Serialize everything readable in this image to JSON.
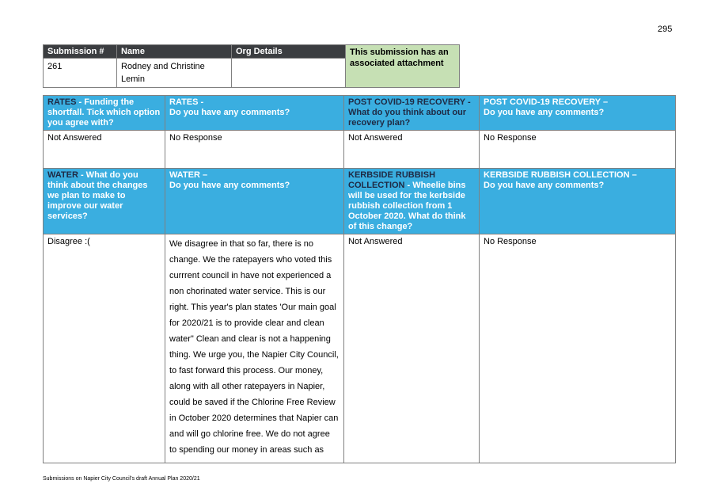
{
  "page_number": "295",
  "submission": {
    "headers": [
      "Submission #",
      "Name",
      "Org Details"
    ],
    "attachment_note": "This submission has an associated attachment",
    "number": "261",
    "name": "Rodney and Christine Lemin",
    "org_details": ""
  },
  "questions": {
    "rates_funding": {
      "key": "RATES",
      "text": " - Funding the shortfall. Tick which option you agree with?"
    },
    "rates_comments": {
      "key": "RATES -",
      "text": "Do you have any comments?"
    },
    "covid_think": {
      "key": "POST COVID-19 RECOVERY -",
      "text": "What do you think about our recovery plan?"
    },
    "covid_comments": {
      "key": "POST COVID-19 RECOVERY –",
      "text": "Do you have any comments?"
    },
    "water_changes": {
      "key": "WATER",
      "text": " - What do you think about the changes we plan to make to improve our water services?"
    },
    "water_comments": {
      "key": "WATER –",
      "text": "Do you have any comments?"
    },
    "kerbside_change": {
      "key": "KERBSIDE RUBBISH COLLECTION",
      "text": " - Wheelie bins will be used for the kerbside rubbish collection from 1 October 2020. What do think of this change?"
    },
    "kerbside_comments": {
      "key": "KERBSIDE RUBBISH COLLECTION –",
      "text": "Do you have any comments?"
    }
  },
  "answers": {
    "rates_funding": "Not Answered",
    "rates_comments": "No Response",
    "covid_think": "Not Answered",
    "covid_comments": "No Response",
    "water_changes": "Disagree :(",
    "water_comments": "We disagree in that so far, there is no change. We the ratepayers who voted this currrent council in have not experienced a non chorinated water service. This is our right. This year's plan states 'Our main goal for 2020/21 is to provide clear and clean water\"  Clean and clear is not a happening thing.  We urge you, the Napier City Council, to fast forward this process. Our money, along with all other ratepayers in Napier, could be saved if the Chlorine Free Review in October 2020 determines that Napier can and will go chlorine free.  We do not agree to spending our money in areas such as expensive treatment plants that would not be required. Chlorine has had health affects on a number of our family members - rashes, breathing issues, stinging on the skin, itchy scalp.  The smell",
    "kerbside_change": "Not Answered",
    "kerbside_comments": "No Response"
  },
  "footer": "Submissions on Napier City Council's draft Annual Plan 2020/21"
}
